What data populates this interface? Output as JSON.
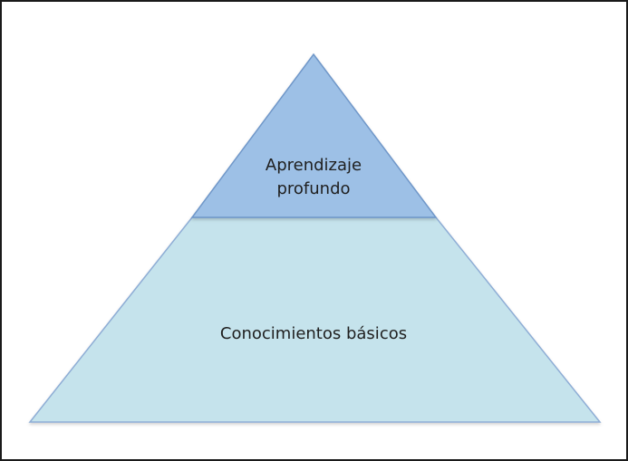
{
  "diagram": {
    "type": "pyramid",
    "levels": [
      {
        "label_line1": "Aprendizaje",
        "label_line2": "profundo",
        "fill": "#9dc0e6",
        "stroke": "#6f97c9"
      },
      {
        "label": "Conocimientos básicos",
        "fill": "#c5e3ec",
        "stroke": "#8eadd5"
      }
    ]
  }
}
